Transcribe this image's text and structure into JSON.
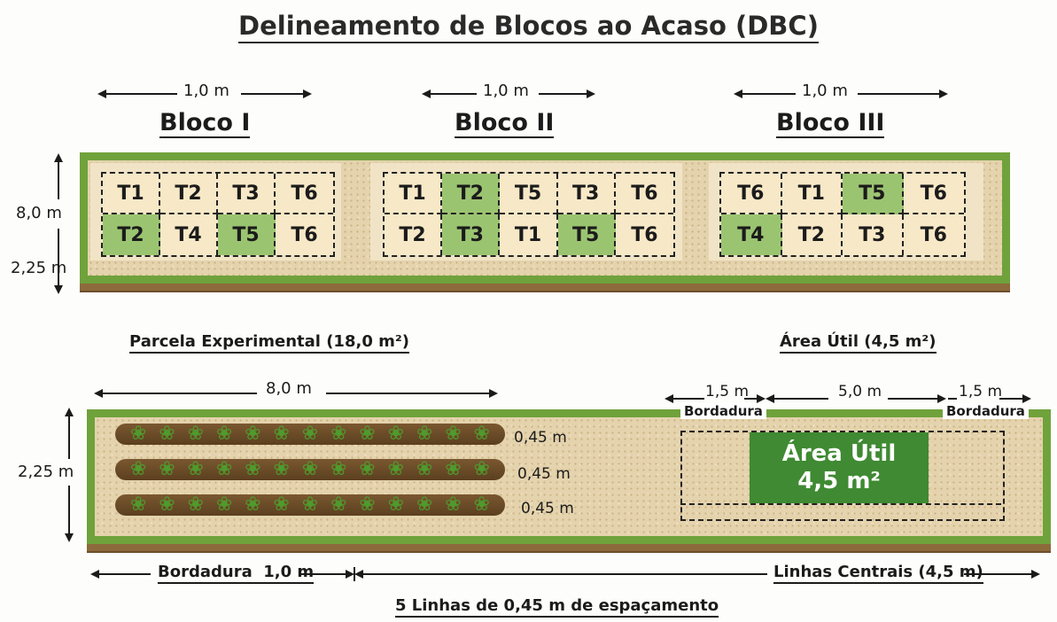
{
  "title": "Delineamento de Blocos ao Acaso (DBC)",
  "blocks": [
    {
      "label": "Bloco I",
      "width_label": "1,0 m",
      "rows": [
        [
          "T1",
          "T2",
          "T3",
          "T6"
        ],
        [
          "T2",
          "T4",
          "T5",
          "T6"
        ]
      ],
      "highlight": [
        [
          false,
          false,
          false,
          false
        ],
        [
          true,
          false,
          true,
          false
        ]
      ]
    },
    {
      "label": "Bloco II",
      "width_label": "1,0 m",
      "rows": [
        [
          "T1",
          "T2",
          "T5",
          "T3",
          "T6"
        ],
        [
          "T2",
          "T3",
          "T1",
          "T5",
          "T6"
        ]
      ],
      "highlight": [
        [
          false,
          true,
          false,
          false,
          false
        ],
        [
          false,
          true,
          false,
          true,
          false
        ]
      ]
    },
    {
      "label": "Bloco III",
      "width_label": "1,0 m",
      "rows": [
        [
          "T6",
          "T1",
          "T5",
          "T6"
        ],
        [
          "T4",
          "T2",
          "T3",
          "T6"
        ]
      ],
      "highlight": [
        [
          false,
          false,
          true,
          false
        ],
        [
          true,
          false,
          false,
          false
        ]
      ]
    }
  ],
  "top_left_dims": {
    "height": "8,0 m",
    "width": "2,25 m"
  },
  "parcela": {
    "title": "Parcela Experimental (18,0 m²)",
    "length": "8,0 m",
    "height": "2,25 m",
    "row_spacing": [
      "0,45 m",
      "0,45 m",
      "0,45 m"
    ],
    "bordadura": "Bordadura",
    "bordadura_len": "1,0 m",
    "linhas_centrais": "Linhas Centrais (4,5 m)",
    "footer": "5 Linhas de 0,45 m de espaçamento"
  },
  "area_util": {
    "title": "Área Útil (4,5 m²)",
    "left_dim": "1,5 m",
    "center_dim": "5,0 m",
    "right_dim": "1,5 m",
    "left_label": "Bordadura",
    "right_label": "Bordadura",
    "box_line1": "Área Útil",
    "box_line2": "4,5 m²"
  },
  "colors": {
    "grass": "#6fa23b",
    "soil": "#e4d3ad",
    "highlight": "#9bc471",
    "util": "#3f8a32"
  }
}
